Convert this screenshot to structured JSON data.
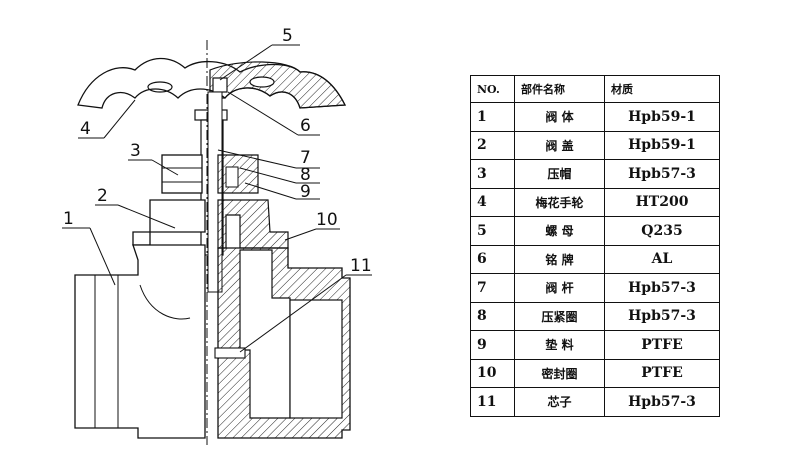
{
  "drawing": {
    "callouts": [
      "1",
      "2",
      "3",
      "4",
      "5",
      "6",
      "7",
      "8",
      "9",
      "10",
      "11"
    ]
  },
  "table": {
    "headers": {
      "no": "NO.",
      "name": "部件名称",
      "material": "材质"
    },
    "rows": [
      {
        "no": "1",
        "name": "阀 体",
        "material": "Hpb59-1"
      },
      {
        "no": "2",
        "name": "阀 盖",
        "material": "Hpb59-1"
      },
      {
        "no": "3",
        "name": "压帽",
        "material": "Hpb57-3"
      },
      {
        "no": "4",
        "name": "梅花手轮",
        "material": "HT200"
      },
      {
        "no": "5",
        "name": "螺 母",
        "material": "Q235"
      },
      {
        "no": "6",
        "name": "铭 牌",
        "material": "AL"
      },
      {
        "no": "7",
        "name": "阀 杆",
        "material": "Hpb57-3"
      },
      {
        "no": "8",
        "name": "压紧圈",
        "material": "Hpb57-3"
      },
      {
        "no": "9",
        "name": "垫 料",
        "material": "PTFE"
      },
      {
        "no": "10",
        "name": "密封圈",
        "material": "PTFE"
      },
      {
        "no": "11",
        "name": "芯子",
        "material": "Hpb57-3"
      }
    ]
  }
}
